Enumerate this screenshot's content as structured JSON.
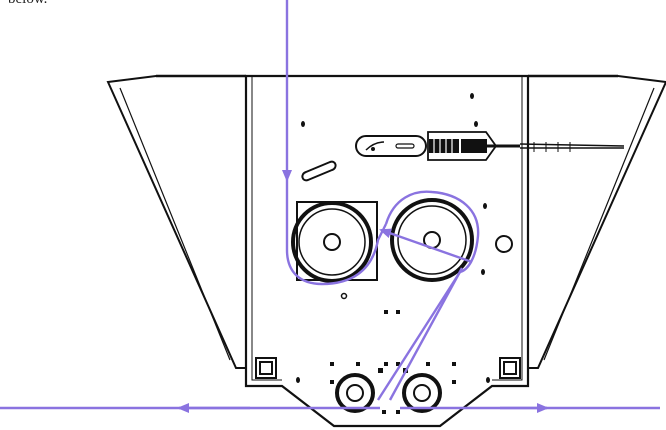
{
  "caption": {
    "fragment": "below."
  },
  "colors": {
    "frame": "#111111",
    "path": "#8a73e0",
    "background": "#ffffff"
  },
  "parts": {
    "left_wing": "left-wing-panel",
    "right_wing": "right-wing-panel",
    "main_plate": "mounting-plate",
    "left_roller": "drive-roller",
    "right_roller": "idler-roller",
    "bottom_rollers": [
      "guide-roller-left",
      "guide-roller-right"
    ],
    "tensioner": "spring-tensioner-assembly"
  }
}
